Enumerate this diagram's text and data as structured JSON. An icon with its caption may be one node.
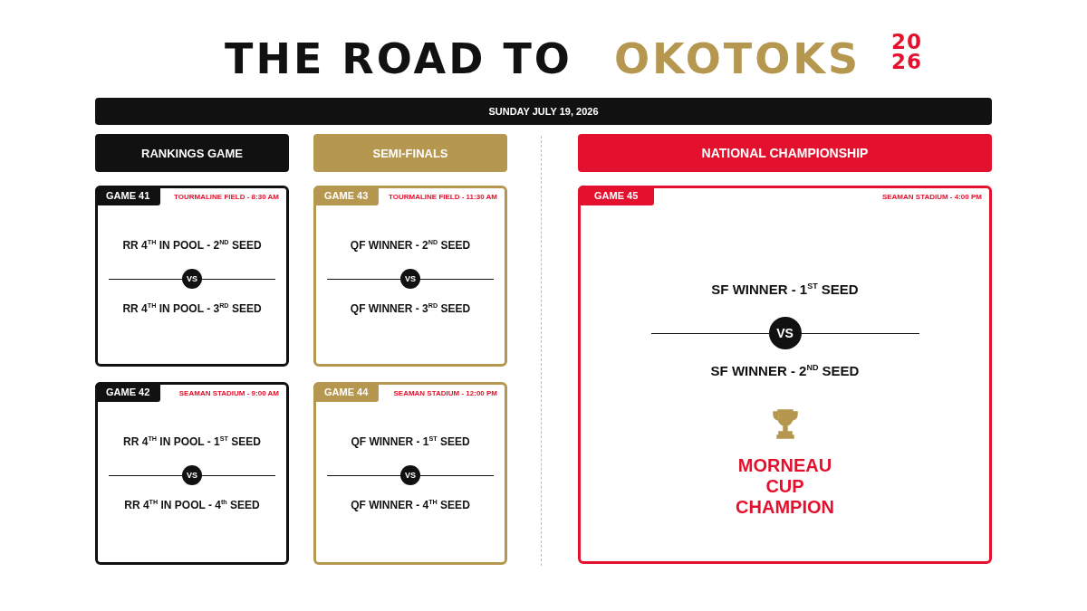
{
  "diagram": {
    "nodes": [
      {
        "text": [
          "SUNDAY JULY 19, 2026"
        ]
      },
      {
        "text": [
          "RANKINGS GAME"
        ]
      },
      {
        "text": [
          "SEMI-FINALS"
        ]
      },
      {
        "text": [
          "NATIONAL CHAMPIONSHIP"
        ]
      },
      {
        "text": [
          "GAME 41",
          "TOURMALINE FIELD - 8:30 AM",
          "RR 4$^{TH}$ IN POOL  -  2$^{ND}$ SEED",
          "VS",
          "RR 4$^{TH}$ IN POOL  -  3$^{RD}$ SEED"
        ]
      },
      {
        "text": [
          "GAME 43",
          "TOURMALINE FIELD - 11:30 AM",
          "QF WINNER -  2$^{ND}$ SEED",
          "VS",
          "QF WINNER  -  3$^{RD}$ SEED"
        ]
      },
      {
        "text": [
          "GAME 45",
          "SEAMAN STADIUM - 4:00 PM",
          "SF WINNER - 1$^{ST}$ SEED",
          "VS",
          "SF WINNER - 2$^{ND}$ SEED",
          "MORNEAU CUP CHAMPION"
        ]
      },
      {
        "text": [
          "GAME 42",
          "SEAMAN STADIUM - 9:00 AM",
          "RR 4$^{TH}$ IN POOL  -  1$^{ST}$ SEED",
          "VS",
          "RR 4$^{TH}$ IN POOL  -  4$^{th}$ SEED"
        ]
      },
      {
        "text": [
          "GAME 44",
          "SEAMAN STADIUM - 12:00 PM",
          "QF WINNER  -  1$^{ST}$ SEED",
          "VS",
          "QF WINNER  -  4$^{TH}$ SEED"
        ]
      }
    ],
    "labels": [
      "THE ROAD TO",
      "OKOTOKS",
      "2026"
    ]
  }
}
